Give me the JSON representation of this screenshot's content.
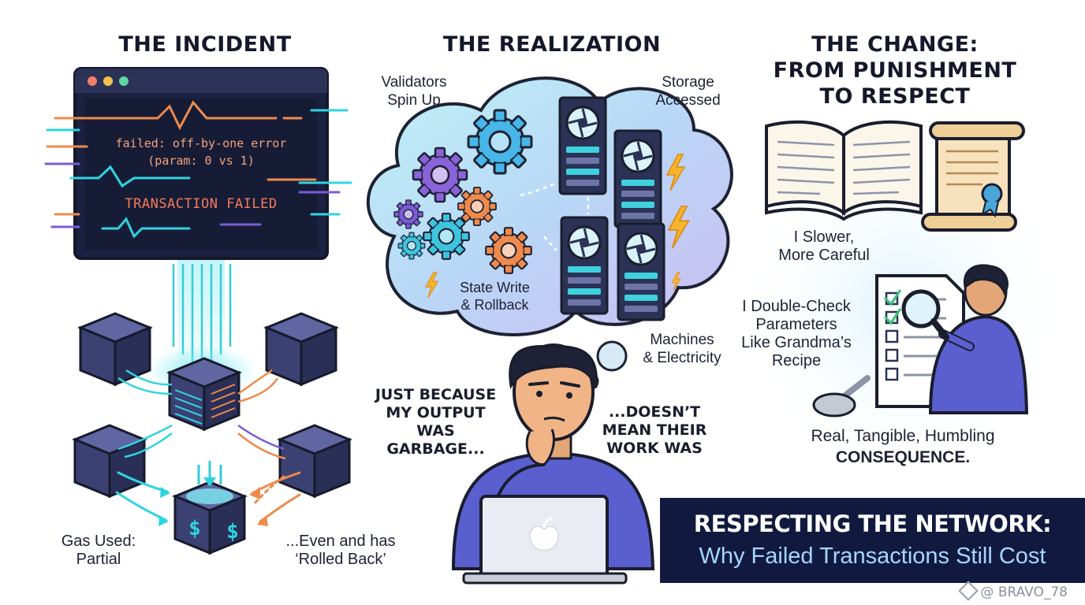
{
  "sections": {
    "incident": {
      "title": "THE INCIDENT",
      "terminal_lines": [
        "failed: off-by-one error",
        "(param: 0 vs 1)"
      ],
      "terminal_status": "TRANSACTION FAILED",
      "gas_label": [
        "Gas Used:",
        "Partial"
      ],
      "rollback_label": [
        "...Even and has",
        "‘Rolled Back’"
      ],
      "cube_glyphs": [
        "$",
        "$"
      ]
    },
    "realization": {
      "title": "THE REALIZATION",
      "validators": [
        "Validators",
        "Spin Up"
      ],
      "storage": [
        "Storage",
        "Accessed"
      ],
      "state_write": [
        "State Write",
        "& Rollback"
      ],
      "machines": [
        "Machines",
        "& Electricity"
      ],
      "quote_left": [
        "JUST BECAUSE",
        "MY OUTPUT WAS",
        "GARBAGE..."
      ],
      "quote_right": [
        "...DOESN’T",
        "MEAN THEIR",
        "WORK WAS"
      ]
    },
    "change": {
      "title": [
        "THE CHANGE:",
        "FROM PUNISHMENT",
        "TO RESPECT"
      ],
      "slower": [
        "I Slower,",
        "More Careful"
      ],
      "double_check": [
        "I Double-Check",
        "Parameters",
        "Like Grandma’s",
        "Recipe"
      ],
      "consequence": [
        "Real, Tangible, Humbling",
        "CONSEQUENCE."
      ]
    }
  },
  "banner": {
    "title": "RESPECTING THE NETWORK:",
    "subtitle": "Why Failed Transactions Still Cost"
  },
  "watermark": "@ BRAVO_78",
  "icons": [
    "terminal-window",
    "blockchain-cube",
    "thought-cloud",
    "gear-icon",
    "server-icon",
    "lightning-icon",
    "laptop-icon",
    "apple-logo-icon",
    "open-book-icon",
    "scroll-icon",
    "checklist-icon",
    "magnifier-icon",
    "ladle-icon"
  ],
  "colors": {
    "navy": "#111a3e",
    "terminal": "#1b2140",
    "cube": "#3a4070",
    "cyan": "#2fd4e0",
    "orange": "#ef8a4c",
    "purple": "#7a5cd6",
    "lightning": "#f6b52c",
    "person_shirt": "#5a5fd0"
  }
}
